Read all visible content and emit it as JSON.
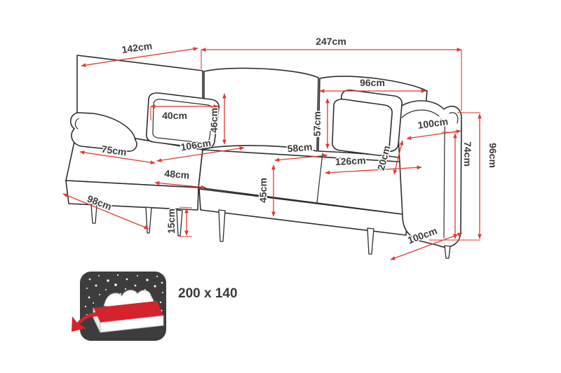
{
  "diagram_title": "Corner sofa dimension diagram",
  "colors": {
    "outline": "#2d2d2d",
    "dimension_red": "#e03a2f",
    "label_text": "#3a3a3a",
    "bed_panel": "#3e3d3d",
    "bed_mattress_red": "#d4232c"
  },
  "dimensions": {
    "total_width": "247cm",
    "chaise_depth_top": "142cm",
    "back_cushion_width": "96cm",
    "pillow_width": "40cm",
    "pillow_height": "46cm",
    "back_cushion_height": "57cm",
    "armrest_length": "100cm",
    "total_height": "96cm",
    "armrest_height": "74cm",
    "chaise_seat_width": "75cm",
    "chaise_seat_length": "106cm",
    "middle_seat_width": "58cm",
    "main_seat_width": "126cm",
    "side_pillow_thickness": "20cm",
    "chaise_front_width": "48cm",
    "seat_depth": "45cm",
    "chaise_outer_depth": "98cm",
    "leg_height": "15cm",
    "sofa_depth": "100cm"
  },
  "sleeping_area": {
    "size_label": "200 x 140",
    "icon": "fold-out-bed-icon"
  }
}
